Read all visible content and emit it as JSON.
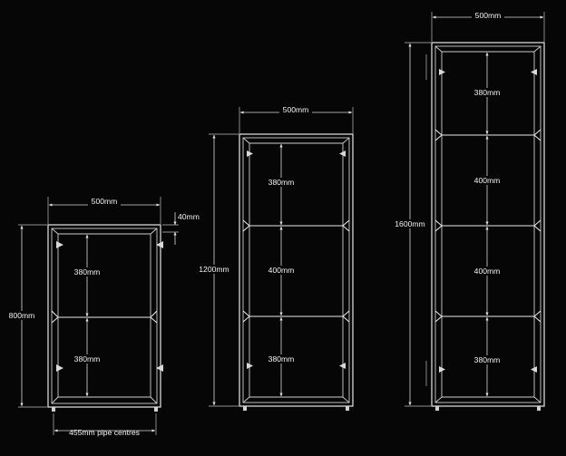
{
  "colors": {
    "background": "#060606",
    "line": "#e8e8e8"
  },
  "racks": [
    {
      "id": "rack-800",
      "width_label": "500mm",
      "height_label": "800mm",
      "bay_labels": [
        "380mm",
        "380mm"
      ],
      "tube_label": "40mm",
      "pipe_label": "455mm pipe centres"
    },
    {
      "id": "rack-1200",
      "width_label": "500mm",
      "height_label": "1200mm",
      "bay_labels": [
        "380mm",
        "400mm",
        "380mm"
      ]
    },
    {
      "id": "rack-1600",
      "width_label": "500mm",
      "height_label": "1600mm",
      "bay_labels": [
        "380mm",
        "400mm",
        "400mm",
        "380mm"
      ]
    }
  ]
}
